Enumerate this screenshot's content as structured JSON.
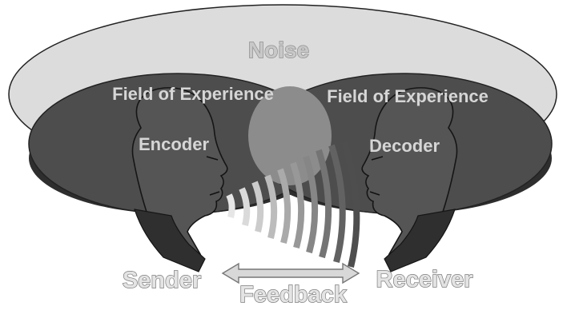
{
  "diagram": {
    "noise_label": "Noise",
    "sender_field_label": "Field of Experience",
    "receiver_field_label": "Field of Experience",
    "encoder_label": "Encoder",
    "decoder_label": "Decoder",
    "sender_label": "Sender",
    "receiver_label": "Receiver",
    "feedback_label": "Feedback"
  },
  "colors": {
    "noise_fill": "#dcdcdc",
    "field_fill": "#4d4d4d",
    "overlap_fill": "#8c8c8c",
    "head_fill": "#555555",
    "text_light": "#d6d6d6"
  }
}
